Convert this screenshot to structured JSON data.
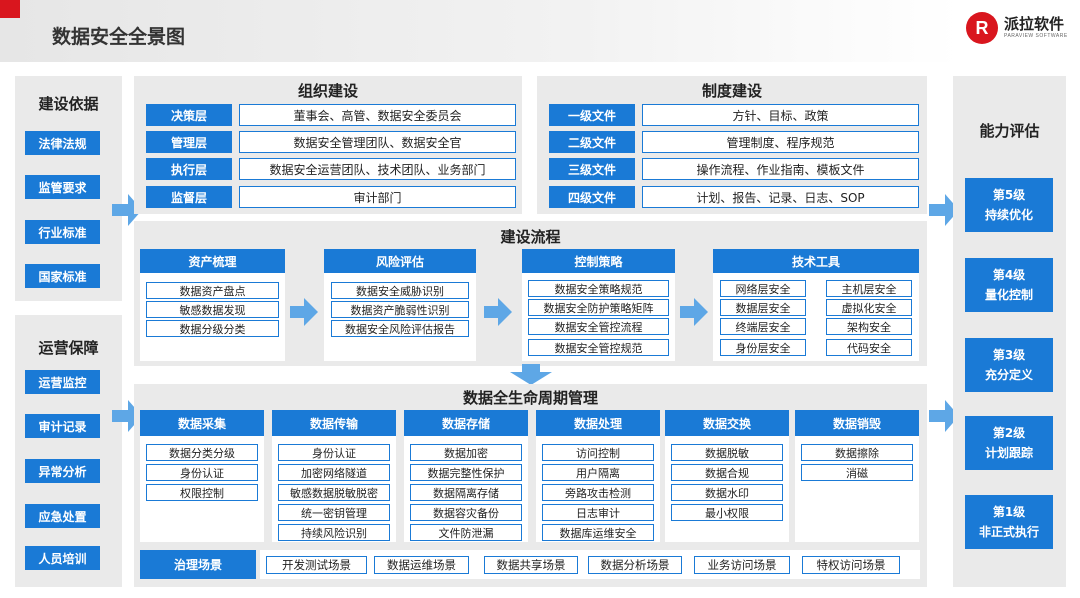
{
  "header": {
    "title": "数据安全全景图",
    "logo_mark": "R",
    "logo_name": "派拉软件",
    "logo_sub": "PARAVIEW SOFTWARE"
  },
  "left_top": {
    "title": "建设依据",
    "items": [
      "法律法规",
      "监管要求",
      "行业标准",
      "国家标准"
    ]
  },
  "left_bottom": {
    "title": "运营保障",
    "items": [
      "运营监控",
      "审计记录",
      "异常分析",
      "应急处置",
      "人员培训"
    ]
  },
  "org": {
    "title": "组织建设",
    "rows": [
      {
        "label": "决策层",
        "value": "董事会、高管、数据安全委员会"
      },
      {
        "label": "管理层",
        "value": "数据安全管理团队、数据安全官"
      },
      {
        "label": "执行层",
        "value": "数据安全运营团队、技术团队、业务部门"
      },
      {
        "label": "监督层",
        "value": "审计部门"
      }
    ]
  },
  "policy": {
    "title": "制度建设",
    "rows": [
      {
        "label": "一级文件",
        "value": "方针、目标、政策"
      },
      {
        "label": "二级文件",
        "value": "管理制度、程序规范"
      },
      {
        "label": "三级文件",
        "value": "操作流程、作业指南、模板文件"
      },
      {
        "label": "四级文件",
        "value": "计划、报告、记录、日志、SOP"
      }
    ]
  },
  "process": {
    "title": "建设流程",
    "asset": {
      "title": "资产梳理",
      "items": [
        "数据资产盘点",
        "敏感数据发现",
        "数据分级分类"
      ]
    },
    "risk": {
      "title": "风险评估",
      "items": [
        "数据安全威胁识别",
        "数据资产脆弱性识别",
        "数据安全风险评估报告"
      ]
    },
    "control": {
      "title": "控制策略",
      "items": [
        "数据安全策略规范",
        "数据安全防护策略矩阵",
        "数据安全管控流程",
        "数据安全管控规范"
      ]
    },
    "tools": {
      "title": "技术工具",
      "left": [
        "网络层安全",
        "数据层安全",
        "终端层安全",
        "身份层安全"
      ],
      "right": [
        "主机层安全",
        "虚拟化安全",
        "架构安全",
        "代码安全"
      ]
    }
  },
  "lifecycle": {
    "title": "数据全生命周期管理",
    "stages": [
      {
        "title": "数据采集",
        "items": [
          "数据分类分级",
          "身份认证",
          "权限控制"
        ]
      },
      {
        "title": "数据传输",
        "items": [
          "身份认证",
          "加密网络隧道",
          "敏感数据脱敏脱密",
          "统一密钥管理",
          "持续风险识别"
        ]
      },
      {
        "title": "数据存储",
        "items": [
          "数据加密",
          "数据完整性保护",
          "数据隔离存储",
          "数据容灾备份",
          "文件防泄漏"
        ]
      },
      {
        "title": "数据处理",
        "items": [
          "访问控制",
          "用户隔离",
          "旁路攻击检测",
          "日志审计",
          "数据库运维安全"
        ]
      },
      {
        "title": "数据交换",
        "items": [
          "数据脱敏",
          "数据合规",
          "数据水印",
          "最小权限"
        ]
      },
      {
        "title": "数据销毁",
        "items": [
          "数据擦除",
          "消磁"
        ]
      }
    ],
    "scenes_label": "治理场景",
    "scenes": [
      "开发测试场景",
      "数据运维场景",
      "数据共享场景",
      "数据分析场景",
      "业务访问场景",
      "特权访问场景"
    ]
  },
  "right": {
    "title": "能力评估",
    "levels": [
      {
        "level": "第5级",
        "name": "持续优化"
      },
      {
        "level": "第4级",
        "name": "量化控制"
      },
      {
        "level": "第3级",
        "name": "充分定义"
      },
      {
        "level": "第2级",
        "name": "计划跟踪"
      },
      {
        "level": "第1级",
        "name": "非正式执行"
      }
    ]
  }
}
